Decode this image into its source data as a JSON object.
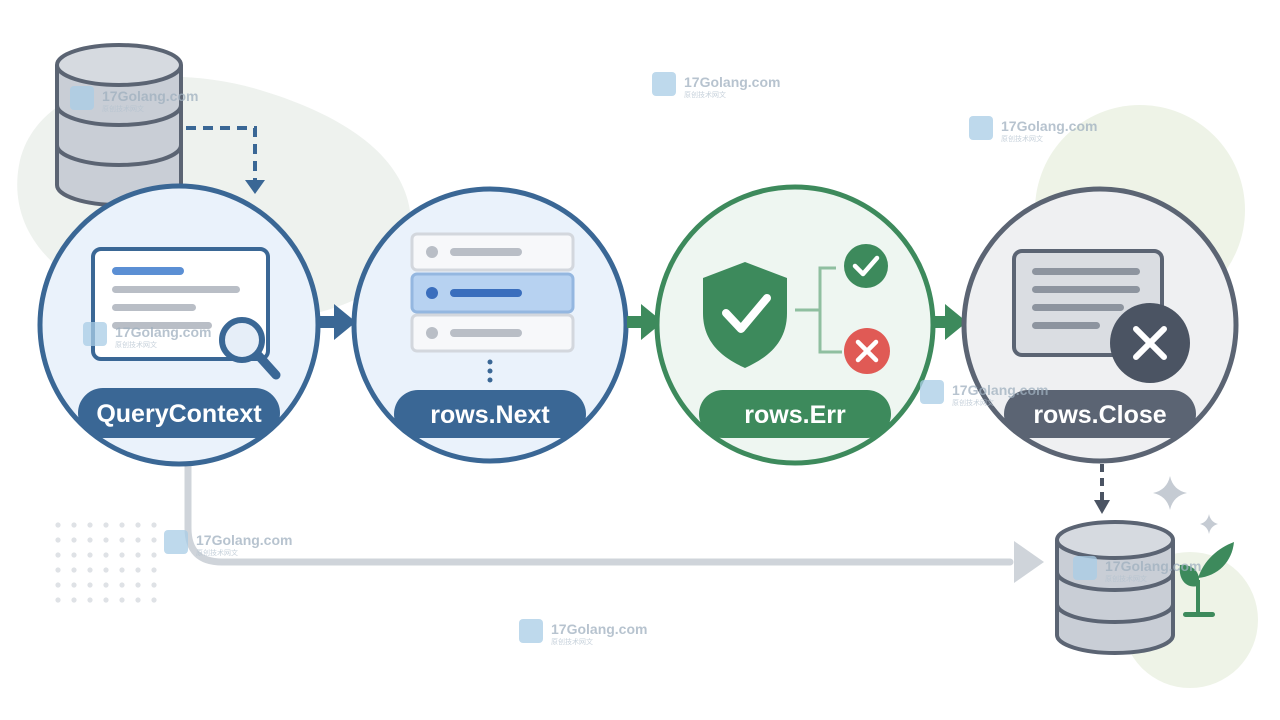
{
  "colors": {
    "blue": "#3a6795",
    "blue_light": "#eaf2fb",
    "green": "#3d8a5c",
    "green_light": "#eef6f1",
    "gray": "#5b6473",
    "gray_light": "#eff0f2",
    "red": "#e05a55",
    "db_fill": "#c9ced6",
    "db_stroke": "#5b6473"
  },
  "flow": {
    "steps": [
      {
        "label": "QueryContext",
        "icon": "search-document-icon",
        "color": "blue"
      },
      {
        "label": "rows.Next",
        "icon": "row-list-icon",
        "color": "blue"
      },
      {
        "label": "rows.Err",
        "icon": "shield-check-icon",
        "color": "green"
      },
      {
        "label": "rows.Close",
        "icon": "close-document-icon",
        "color": "gray"
      }
    ],
    "icons": [
      "database-icon",
      "sparkle-icon",
      "sprout-icon"
    ]
  },
  "watermark": {
    "text": "17Golang.com",
    "subtext": "原创技术网文"
  }
}
